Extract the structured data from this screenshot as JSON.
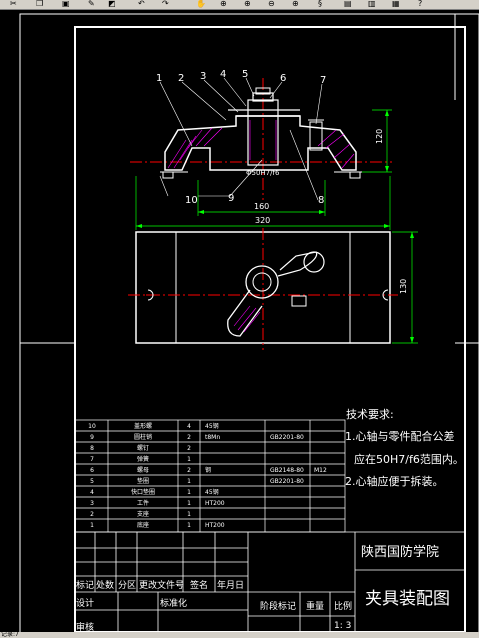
{
  "toolbar": {
    "icons": [
      "cut-icon",
      "copy-icon",
      "paste-icon",
      "brush-icon",
      "format-icon",
      "undo-icon",
      "redo-icon",
      "pan-icon",
      "zoom-realtime-icon",
      "zoom-window-icon",
      "zoom-previous-icon",
      "properties-icon",
      "design-center-icon",
      "tool-palette-icon",
      "markup-icon",
      "calculator-icon",
      "help-icon"
    ]
  },
  "drawing": {
    "part_numbers": [
      "1",
      "2",
      "3",
      "4",
      "5",
      "6",
      "7"
    ],
    "callout_10": "10",
    "callout_9": "9",
    "callout_8": "8",
    "fit_label": "Φ50H7/f6",
    "dim_height": "120",
    "dim_width_inner": "160",
    "dim_width_outer": "320",
    "dim_plan_height": "130"
  },
  "tech_requirements": {
    "title": "技术要求:",
    "line1": "1.心轴与零件配合公差",
    "line2": "应在50H7/f6范围内。",
    "line3": "2.心轴应便于拆装。"
  },
  "bom": [
    {
      "no": "10",
      "name": "盖形螺",
      "qty": "4",
      "material": "45钢",
      "std": "",
      "note": ""
    },
    {
      "no": "9",
      "name": "圆柱销",
      "qty": "2",
      "material": "t8Mn",
      "std": "GB2201-80",
      "note": ""
    },
    {
      "no": "8",
      "name": "螺钉",
      "qty": "2",
      "material": "",
      "std": "",
      "note": ""
    },
    {
      "no": "7",
      "name": "弹簧",
      "qty": "1",
      "material": "",
      "std": "",
      "note": ""
    },
    {
      "no": "6",
      "name": "螺母",
      "qty": "2",
      "material": "钢",
      "std": "GB2148-80",
      "note": "M12"
    },
    {
      "no": "5",
      "name": "垫圈",
      "qty": "1",
      "material": "",
      "std": "GB2201-80",
      "note": ""
    },
    {
      "no": "4",
      "name": "快口垫圈",
      "qty": "1",
      "material": "45钢",
      "std": "",
      "note": ""
    },
    {
      "no": "3",
      "name": "工件",
      "qty": "1",
      "material": "HT200",
      "std": "",
      "note": ""
    },
    {
      "no": "2",
      "name": "支座",
      "qty": "1",
      "material": "",
      "std": "",
      "note": ""
    },
    {
      "no": "1",
      "name": "底座",
      "qty": "1",
      "material": "HT200",
      "std": "",
      "note": ""
    }
  ],
  "title_block": {
    "school": "陕西国防学院",
    "drawing_title": "夹具装配图",
    "col_mark": "标记",
    "col_count": "处数",
    "col_zone": "分区",
    "col_change_doc": "更改文件号",
    "col_sign": "签名",
    "col_date": "年月日",
    "design": "设计",
    "standardize": "标准化",
    "stage_mark": "阶段标记",
    "weight": "重量",
    "scale_label": "比例",
    "scale_value": "1: 3",
    "review": "审核"
  },
  "status": {
    "text": "记录:7"
  },
  "colors": {
    "frame": "#ffffff",
    "centerline": "#ff0000",
    "dimension": "#00ff00",
    "bom_text": "#ffff00",
    "section": "#ff00ff",
    "title": "#ffffff"
  }
}
